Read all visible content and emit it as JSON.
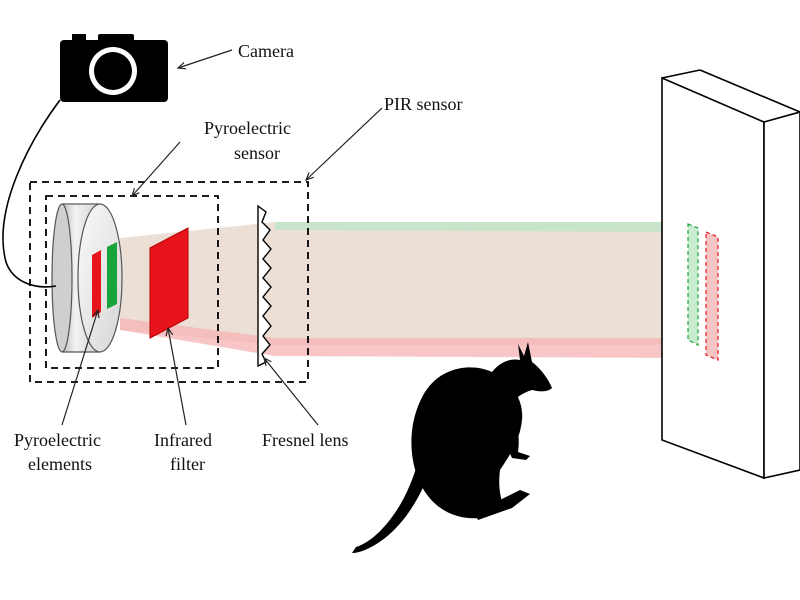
{
  "labels": {
    "camera": "Camera",
    "pyroelectric_sensor_line1": "Pyroelectric",
    "pyroelectric_sensor_line2": "sensor",
    "pir_sensor": "PIR sensor",
    "pyroelectric_elements_line1": "Pyroelectric",
    "pyroelectric_elements_line2": "elements",
    "infrared_filter_line1": "Infrared",
    "infrared_filter_line2": "filter",
    "fresnel_lens": "Fresnel lens"
  },
  "icons": {
    "camera": "camera-icon",
    "animal": "kangaroo-silhouette"
  },
  "colors": {
    "element_red": "#e8141b",
    "element_green": "#1aa33a",
    "beam_fill": "#e9d9cf",
    "beam_red_edge": "#f6b3b3",
    "beam_green_edge": "#bfe5c8",
    "outline": "#000000",
    "silhouette": "#000000"
  }
}
